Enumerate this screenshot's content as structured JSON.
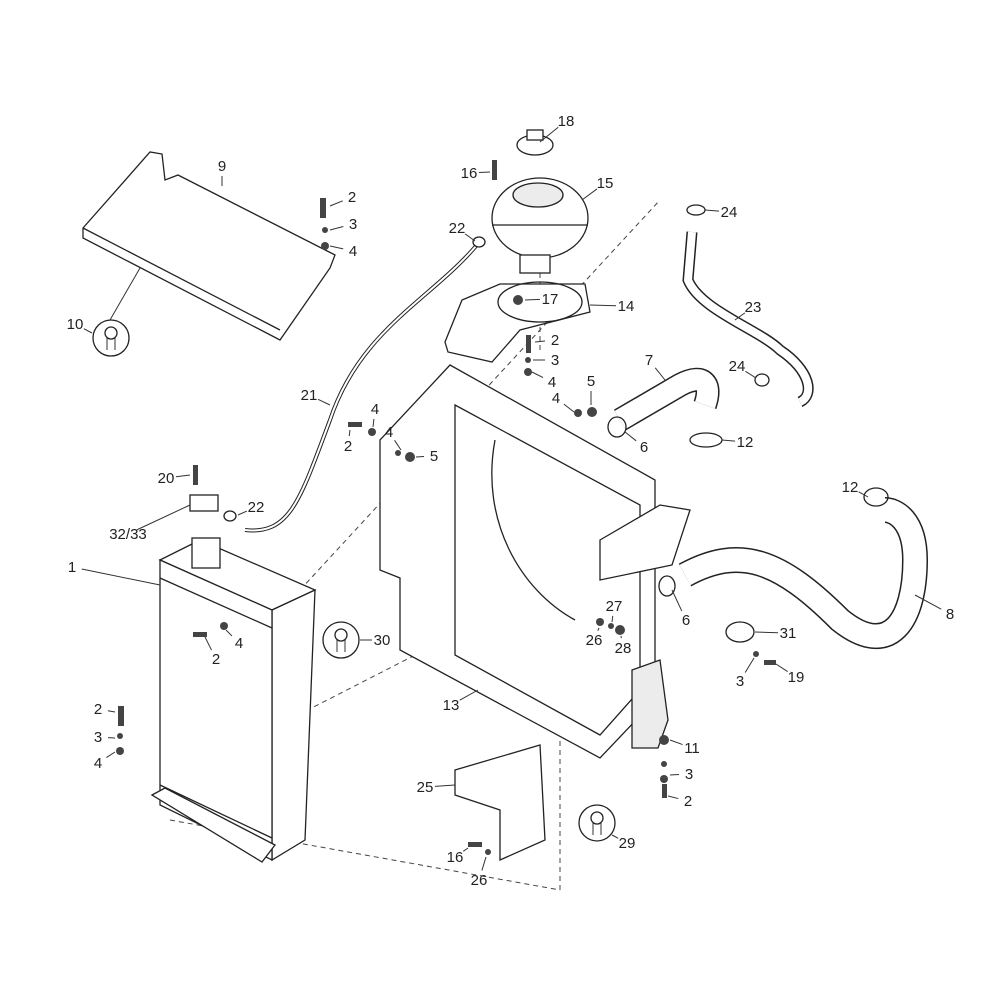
{
  "diagram": {
    "type": "exploded parts diagram",
    "callouts": [
      {
        "label": "18"
      },
      {
        "label": "16"
      },
      {
        "label": "15"
      },
      {
        "label": "9"
      },
      {
        "label": "2"
      },
      {
        "label": "3"
      },
      {
        "label": "4"
      },
      {
        "label": "24"
      },
      {
        "label": "22"
      },
      {
        "label": "17"
      },
      {
        "label": "14"
      },
      {
        "label": "23"
      },
      {
        "label": "10"
      },
      {
        "label": "2"
      },
      {
        "label": "3"
      },
      {
        "label": "4"
      },
      {
        "label": "7"
      },
      {
        "label": "24"
      },
      {
        "label": "5"
      },
      {
        "label": "4"
      },
      {
        "label": "21"
      },
      {
        "label": "4"
      },
      {
        "label": "4"
      },
      {
        "label": "5"
      },
      {
        "label": "2"
      },
      {
        "label": "6"
      },
      {
        "label": "12"
      },
      {
        "label": "20"
      },
      {
        "label": "22"
      },
      {
        "label": "12"
      },
      {
        "label": "32/33"
      },
      {
        "label": "1"
      },
      {
        "label": "27"
      },
      {
        "label": "6"
      },
      {
        "label": "26"
      },
      {
        "label": "28"
      },
      {
        "label": "4"
      },
      {
        "label": "2"
      },
      {
        "label": "30"
      },
      {
        "label": "31"
      },
      {
        "label": "8"
      },
      {
        "label": "3"
      },
      {
        "label": "19"
      },
      {
        "label": "13"
      },
      {
        "label": "2"
      },
      {
        "label": "3"
      },
      {
        "label": "4"
      },
      {
        "label": "11"
      },
      {
        "label": "3"
      },
      {
        "label": "2"
      },
      {
        "label": "25"
      },
      {
        "label": "29"
      },
      {
        "label": "16"
      },
      {
        "label": "26"
      }
    ]
  }
}
